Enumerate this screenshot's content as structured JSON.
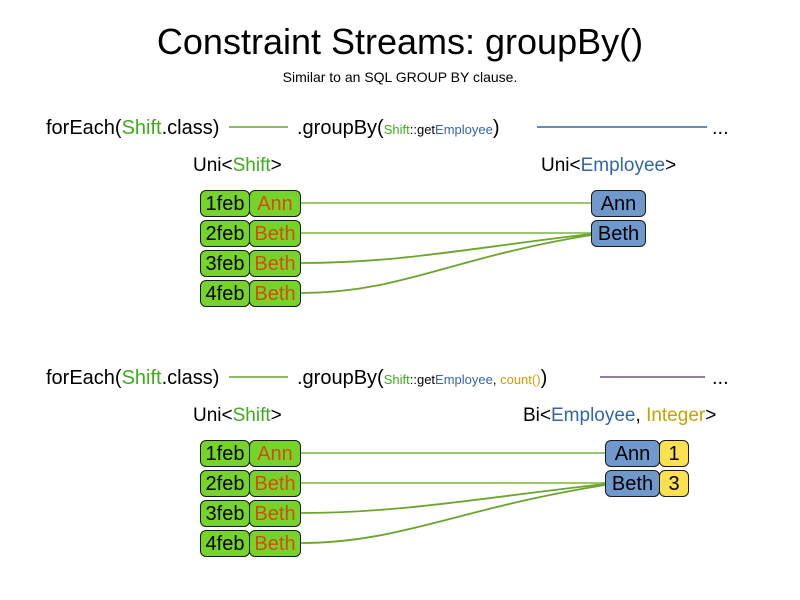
{
  "slide": {
    "title": "Constraint Streams: groupBy()",
    "subtitle": "Similar to an SQL GROUP BY clause."
  },
  "colors": {
    "shift_green": "#3faa1e",
    "employee_blue": "#3465a4",
    "integer_gold": "#c8a000",
    "box_green_fill": "#76d32a",
    "box_blue_fill": "#6f98cd",
    "box_yellow_fill": "#fbe14f",
    "value_orange": "#d94a12",
    "connector_green": "#6aa52e",
    "stream_blue_line": "#3465a4",
    "stream_purple_line": "#75507b"
  },
  "diagrams": [
    {
      "id": "groupby-key-only",
      "pipeline": {
        "for_each_prefix": "forEach(",
        "for_each_type": "Shift",
        "for_each_suffix": ".class)",
        "group_by_prefix": ".groupBy(",
        "group_by_arg_class": "Shift",
        "group_by_arg_sep": "::",
        "group_by_arg_method_get": "get",
        "group_by_arg_method_type": "Employee",
        "group_by_suffix": ")",
        "trailing_dots": "..."
      },
      "left": {
        "label_prefix": "Uni<",
        "label_type": "Shift",
        "label_suffix": ">",
        "rows": [
          {
            "date": "1feb",
            "employee": "Ann"
          },
          {
            "date": "2feb",
            "employee": "Beth"
          },
          {
            "date": "3feb",
            "employee": "Beth"
          },
          {
            "date": "4feb",
            "employee": "Beth"
          }
        ]
      },
      "right": {
        "label_prefix": "Uni<",
        "label_type": "Employee",
        "label_suffix": ">",
        "rows": [
          {
            "employee": "Ann"
          },
          {
            "employee": "Beth"
          }
        ]
      },
      "links": [
        {
          "from_row": 0,
          "to_row": 0
        },
        {
          "from_row": 1,
          "to_row": 1
        },
        {
          "from_row": 2,
          "to_row": 1
        },
        {
          "from_row": 3,
          "to_row": 1
        }
      ]
    },
    {
      "id": "groupby-key-count",
      "pipeline": {
        "for_each_prefix": "forEach(",
        "for_each_type": "Shift",
        "for_each_suffix": ".class)",
        "group_by_prefix": ".groupBy(",
        "group_by_arg_class": "Shift",
        "group_by_arg_sep": "::",
        "group_by_arg_method_get": "get",
        "group_by_arg_method_type": "Employee",
        "group_by_arg_comma": ", ",
        "group_by_arg_collector": "count()",
        "group_by_suffix": ")",
        "trailing_dots": "..."
      },
      "left": {
        "label_prefix": "Uni<",
        "label_type": "Shift",
        "label_suffix": ">",
        "rows": [
          {
            "date": "1feb",
            "employee": "Ann"
          },
          {
            "date": "2feb",
            "employee": "Beth"
          },
          {
            "date": "3feb",
            "employee": "Beth"
          },
          {
            "date": "4feb",
            "employee": "Beth"
          }
        ]
      },
      "right": {
        "label_prefix": "Bi<",
        "label_type_a": "Employee",
        "label_comma": ", ",
        "label_type_b": "Integer",
        "label_suffix": ">",
        "rows": [
          {
            "employee": "Ann",
            "count": "1"
          },
          {
            "employee": "Beth",
            "count": "3"
          }
        ]
      },
      "links": [
        {
          "from_row": 0,
          "to_row": 0
        },
        {
          "from_row": 1,
          "to_row": 1
        },
        {
          "from_row": 2,
          "to_row": 1
        },
        {
          "from_row": 3,
          "to_row": 1
        }
      ]
    }
  ]
}
